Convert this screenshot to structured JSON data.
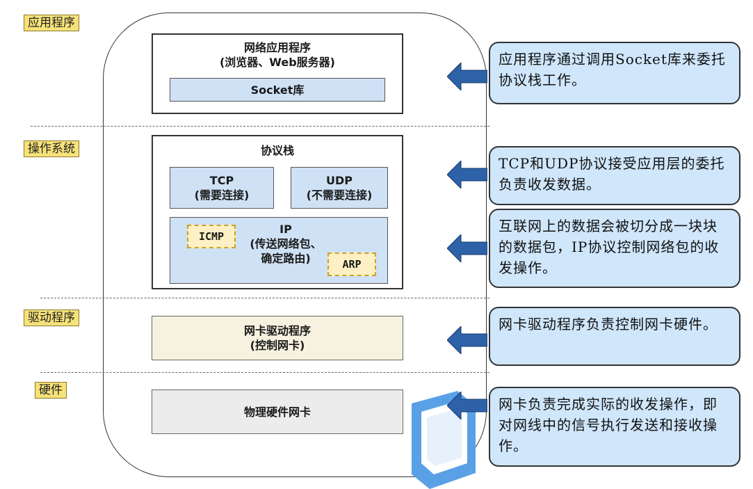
{
  "layers": {
    "app": "应用程序",
    "os": "操作系统",
    "driver": "驱动程序",
    "hw": "硬件"
  },
  "app_box": {
    "line1": "网络应用程序",
    "line2": "(浏览器、Web服务器)",
    "socket": "Socket库"
  },
  "stack": {
    "title": "协议栈",
    "tcp_line1": "TCP",
    "tcp_line2": "(需要连接)",
    "udp_line1": "UDP",
    "udp_line2": "(不需要连接)",
    "icmp": "ICMP",
    "ip_line1": "IP",
    "ip_line2": "(传送网络包、",
    "ip_line3": "确定路由)",
    "arp": "ARP"
  },
  "driver_box": {
    "line1": "网卡驱动程序",
    "line2": "(控制网卡)"
  },
  "hw_box": {
    "label": "物理硬件网卡"
  },
  "callouts": {
    "c1": "应用程序通过调用Socket库来委托协议栈工作。",
    "c2": "TCP和UDP协议接受应用层的委托负责收发数据。",
    "c3": "互联网上的数据会被切分成一块块的数据包，IP协议控制网络包的收发操作。",
    "c4": "网卡驱动程序负责控制网卡硬件。",
    "c5": "网卡负责完成实际的收发操作，即对网线中的信号执行发送和接收操作。"
  },
  "colors": {
    "callout_fill": "#cfe6fb",
    "arrow_fill": "#2e62a8",
    "tag_fill": "#f7e27a",
    "box_blue": "#cfe1f5",
    "driver_fill": "#f6f2df",
    "hw_fill": "#ececec"
  }
}
